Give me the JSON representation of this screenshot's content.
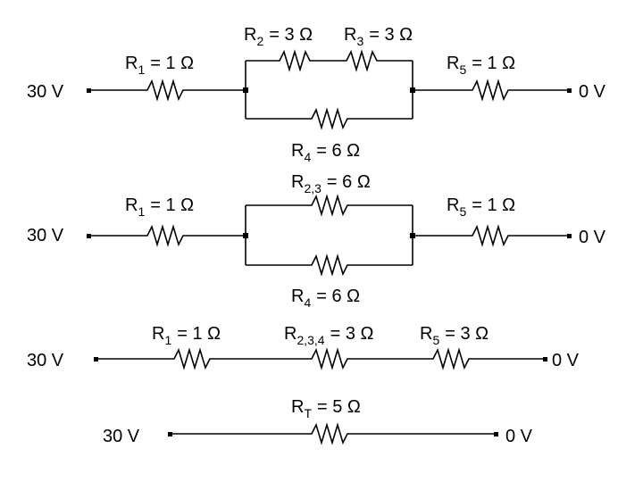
{
  "diagrams": [
    {
      "id": "circuit-1",
      "source_voltage": "30 V",
      "ground_voltage": "0 V",
      "resistors": [
        {
          "name": "R",
          "sub": "1",
          "value": "= 1 Ω"
        },
        {
          "name": "R",
          "sub": "2",
          "value": "= 3 Ω"
        },
        {
          "name": "R",
          "sub": "3",
          "value": "= 3 Ω"
        },
        {
          "name": "R",
          "sub": "4",
          "value": "= 6 Ω"
        },
        {
          "name": "R",
          "sub": "5",
          "value": "= 1 Ω"
        }
      ]
    },
    {
      "id": "circuit-2",
      "source_voltage": "30 V",
      "ground_voltage": "0 V",
      "resistors": [
        {
          "name": "R",
          "sub": "1",
          "value": "= 1 Ω"
        },
        {
          "name": "R",
          "sub": "2,3",
          "value": "= 6 Ω"
        },
        {
          "name": "R",
          "sub": "4",
          "value": "= 6 Ω"
        },
        {
          "name": "R",
          "sub": "5",
          "value": "= 1 Ω"
        }
      ]
    },
    {
      "id": "circuit-3",
      "source_voltage": "30 V",
      "ground_voltage": "0 V",
      "resistors": [
        {
          "name": "R",
          "sub": "1",
          "value": "= 1 Ω"
        },
        {
          "name": "R",
          "sub": "2,3,4",
          "value": "= 3 Ω"
        },
        {
          "name": "R",
          "sub": "5",
          "value": "= 3 Ω"
        }
      ]
    },
    {
      "id": "circuit-4",
      "source_voltage": "30 V",
      "ground_voltage": "0 V",
      "resistors": [
        {
          "name": "R",
          "sub": "T",
          "value": "= 5 Ω"
        }
      ]
    }
  ]
}
